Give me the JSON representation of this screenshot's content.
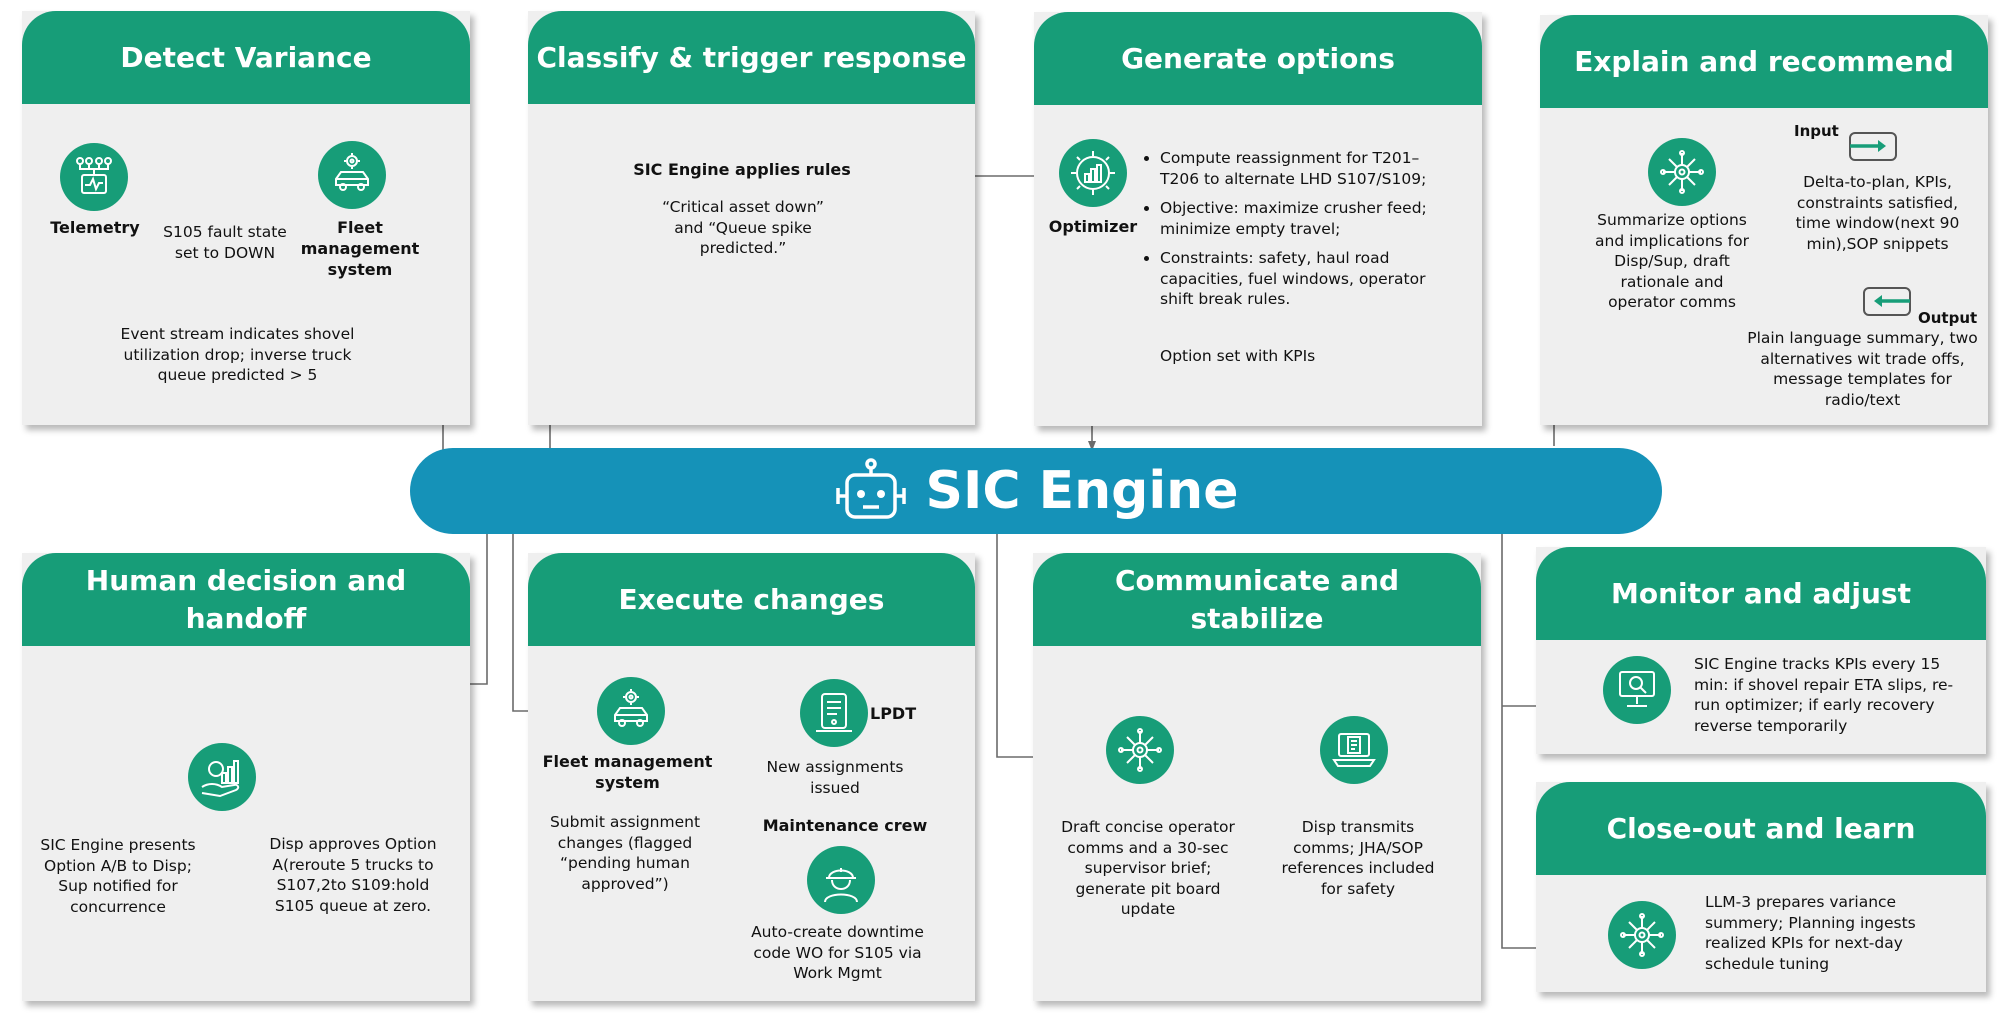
{
  "banner": {
    "title": "SIC Engine",
    "icon": "robot-icon"
  },
  "detect": {
    "title": "Detect Variance",
    "telemetry_label": "Telemetry",
    "fault_text": "S105 fault state set to DOWN",
    "fms_label": "Fleet management system",
    "event_text": "Event stream indicates shovel utilization drop; inverse truck queue predicted > 5"
  },
  "classify": {
    "title": "Classify & trigger response",
    "rules_label": "SIC Engine applies rules",
    "rules_text": "“Critical asset down” and “Queue spike predicted.”"
  },
  "generate": {
    "title": "Generate options",
    "optimizer_label": "Optimizer",
    "bullets": [
      "Compute reassignment for T201–T206 to alternate LHD S107/S109;",
      "Objective: maximize crusher feed; minimize empty travel;",
      "Constraints: safety, haul road capacities, fuel windows, operator shift break rules."
    ],
    "option_text": "Option set with KPIs"
  },
  "explain": {
    "title": "Explain and recommend",
    "summary_text": "Summarize options and implications for Disp/Sup, draft rationale and operator comms",
    "input_label": "Input",
    "input_text": "Delta-to-plan, KPIs, constraints satisfied, time window(next 90 min),SOP snippets",
    "output_label": "Output",
    "output_text": "Plain language summary, two alternatives wit trade offs, message templates for radio/text"
  },
  "human": {
    "title": "Human decision and handoff",
    "present_text": "SIC Engine presents Option A/B to Disp; Sup notified for concurrence",
    "approve_text": "Disp approves Option A(reroute 5 trucks to S107,2to S109:hold S105 queue at zero."
  },
  "execute": {
    "title": "Execute changes",
    "fms_label": "Fleet management system",
    "submit_text": "Submit assignment changes (flagged “pending human approved”)",
    "lpdt_label": "LPDT",
    "new_text": "New assignments issued",
    "crew_label": "Maintenance crew",
    "downtime_text": "Auto-create downtime code WO for S105 via Work Mgmt"
  },
  "communicate": {
    "title": "Communicate and stabilize",
    "draft_text": "Draft concise operator comms and a 30-sec supervisor brief; generate pit board update",
    "transmit_text": "Disp transmits comms; JHA/SOP references included for safety"
  },
  "monitor": {
    "title": "Monitor and adjust",
    "text": "SIC Engine tracks KPIs every 15 min: if shovel repair ETA slips, re-run optimizer; if early recovery reverse temporarily"
  },
  "closeout": {
    "title": "Close-out and learn",
    "text": "LLM-3 prepares variance summery; Planning ingests realized KPIs for next-day schedule tuning"
  },
  "colors": {
    "accent": "#179d78",
    "banner": "#1592b8",
    "card": "#efefef",
    "connector": "#6b6b6b"
  }
}
